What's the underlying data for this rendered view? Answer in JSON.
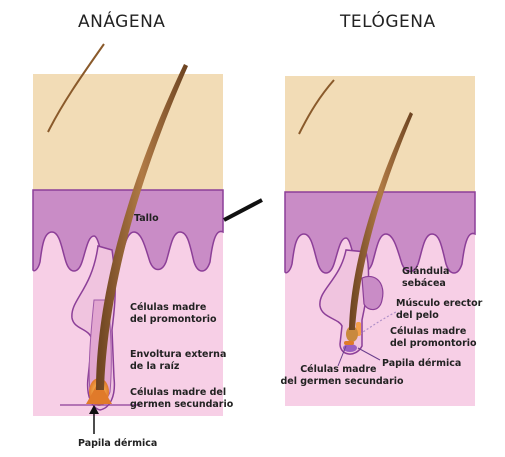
{
  "anagen": {
    "title": "ANÁGENA",
    "labels": {
      "stalk": "Tallo",
      "bulge_stem_cells": [
        "Células madre",
        "del promontorio"
      ],
      "outer_root_sheath": [
        "Envoltura externa",
        "de la raíz"
      ],
      "secondary_germ_stem_cells": [
        "Células madre del",
        "germen secundario"
      ],
      "dermal_papilla": "Papila dérmica"
    }
  },
  "telogen": {
    "title": "TELÓGENA",
    "labels": {
      "sebaceous_gland": [
        "Glándula",
        "sebácea"
      ],
      "arrector_pili": [
        "Músculo erector",
        "del pelo"
      ],
      "bulge_stem_cells": [
        "Células madre",
        "del promontorio"
      ],
      "dermal_papilla": "Papila dérmica",
      "secondary_germ_stem_cells": [
        "Células madre",
        "del germen secundario"
      ]
    }
  },
  "colors": {
    "epidermis": "#f2dcb6",
    "dermis_band": "#c98cc6",
    "dermis_lower": "#f7cfe6",
    "outline": "#8c3f98",
    "hair": "#8a5a2b",
    "stem_cells": "#f5a04a",
    "papilla": "#e07a2a"
  }
}
